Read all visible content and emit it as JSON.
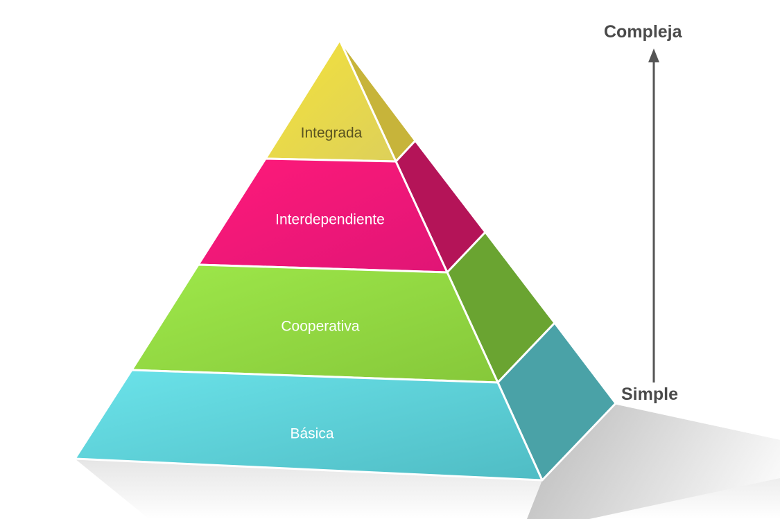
{
  "levels": [
    {
      "label": "Integrada",
      "front_color": "#e8d83a",
      "side_color": "#c7b43a",
      "text_color": "#5a5320"
    },
    {
      "label": "Interdependiente",
      "front_color": "#f0197a",
      "side_color": "#b41458",
      "text_color": "#ffffff"
    },
    {
      "label": "Cooperativa",
      "front_color": "#8ed83c",
      "side_color": "#6aa431",
      "text_color": "#ffffff"
    },
    {
      "label": "Básica",
      "front_color": "#5fd3d9",
      "side_color": "#4aa2a7",
      "text_color": "#ffffff"
    }
  ],
  "axis": {
    "top_label": "Compleja",
    "bottom_label": "Simple",
    "color": "#555555"
  }
}
